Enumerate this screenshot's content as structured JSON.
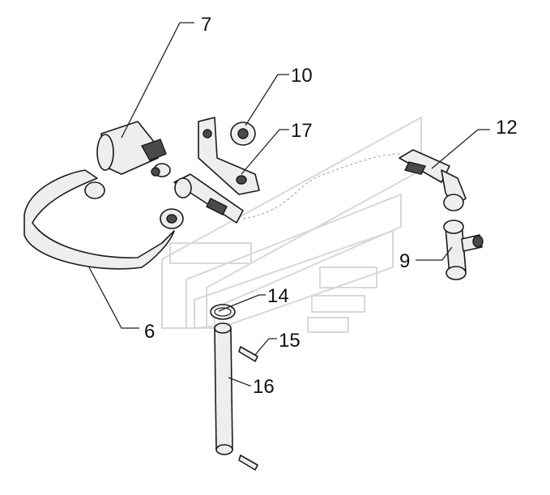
{
  "callouts": {
    "c6": "6",
    "c7": "7",
    "c9": "9",
    "c10": "10",
    "c12": "12",
    "c14": "14",
    "c15": "15",
    "c16": "16",
    "c17": "17"
  }
}
